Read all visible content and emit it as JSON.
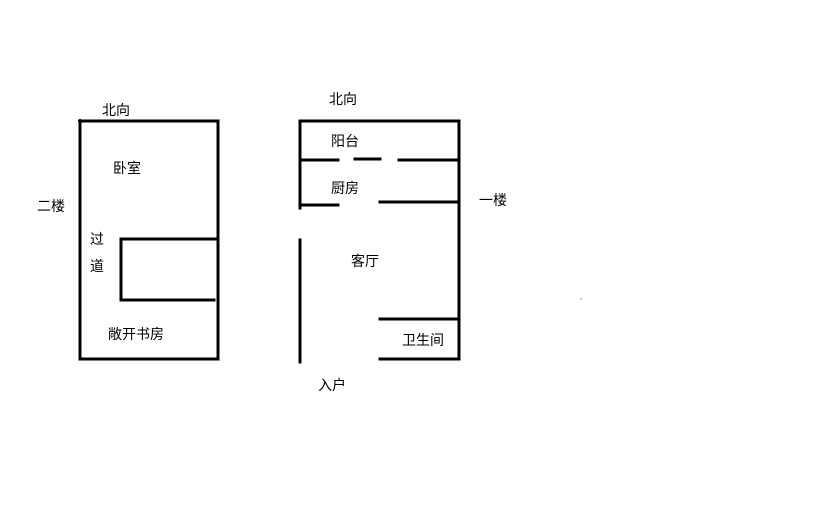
{
  "floor2": {
    "floor_label": "二楼",
    "north_label": "北向",
    "rooms": {
      "bedroom": "卧室",
      "corridor_line1": "过",
      "corridor_line2": "道",
      "study": "敞开书房"
    }
  },
  "floor1": {
    "floor_label": "一楼",
    "north_label": "北向",
    "entrance": "入户",
    "rooms": {
      "balcony": "阳台",
      "kitchen": "厨房",
      "living": "客厅",
      "bathroom": "卫生间"
    }
  },
  "colors": {
    "wall": "#000000",
    "background": "#ffffff"
  }
}
